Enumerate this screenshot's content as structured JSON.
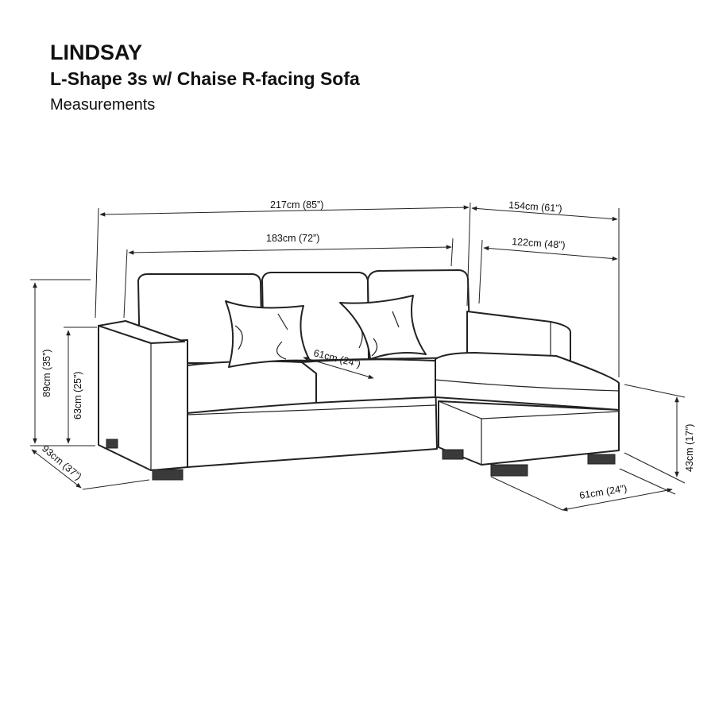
{
  "header": {
    "title": "LINDSAY",
    "subtitle": "L-Shape 3s w/ Chaise R-facing Sofa",
    "caption": "Measurements"
  },
  "dimensions": {
    "overall_width": "217cm (85”)",
    "seat_width": "183cm (72”)",
    "chaise_length": "154cm (61”)",
    "chaise_inner": "122cm (48”)",
    "seat_depth": "61cm (24”)",
    "overall_height": "89cm (35”)",
    "arm_height": "63cm (25”)",
    "overall_depth": "93cm (37”)",
    "seat_height": "43cm (17”)",
    "chaise_width": "61cm (24”)"
  },
  "colors": {
    "line": "#222222",
    "legs": "#3a3a3a",
    "background": "#ffffff"
  }
}
